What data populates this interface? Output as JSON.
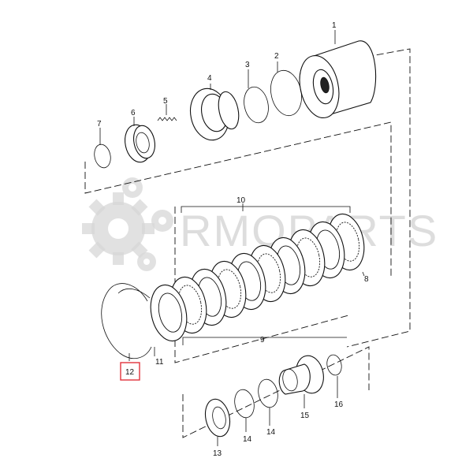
{
  "diagram": {
    "watermark": {
      "text": "RMOPARTS"
    },
    "callouts": [
      {
        "id": "1",
        "label": "1"
      },
      {
        "id": "2",
        "label": "2"
      },
      {
        "id": "3",
        "label": "3"
      },
      {
        "id": "4",
        "label": "4"
      },
      {
        "id": "5",
        "label": "5"
      },
      {
        "id": "6",
        "label": "6"
      },
      {
        "id": "7",
        "label": "7"
      },
      {
        "id": "8",
        "label": "8"
      },
      {
        "id": "9",
        "label": "9"
      },
      {
        "id": "10",
        "label": "10"
      },
      {
        "id": "11",
        "label": "11"
      },
      {
        "id": "12",
        "label": "12",
        "highlighted": true
      },
      {
        "id": "13",
        "label": "13"
      },
      {
        "id": "14a",
        "label": "14"
      },
      {
        "id": "14b",
        "label": "14"
      },
      {
        "id": "15",
        "label": "15"
      },
      {
        "id": "16",
        "label": "16"
      }
    ],
    "colors": {
      "highlight": "#e0323c",
      "line": "#111111",
      "watermark": "#cfcfcf"
    }
  }
}
